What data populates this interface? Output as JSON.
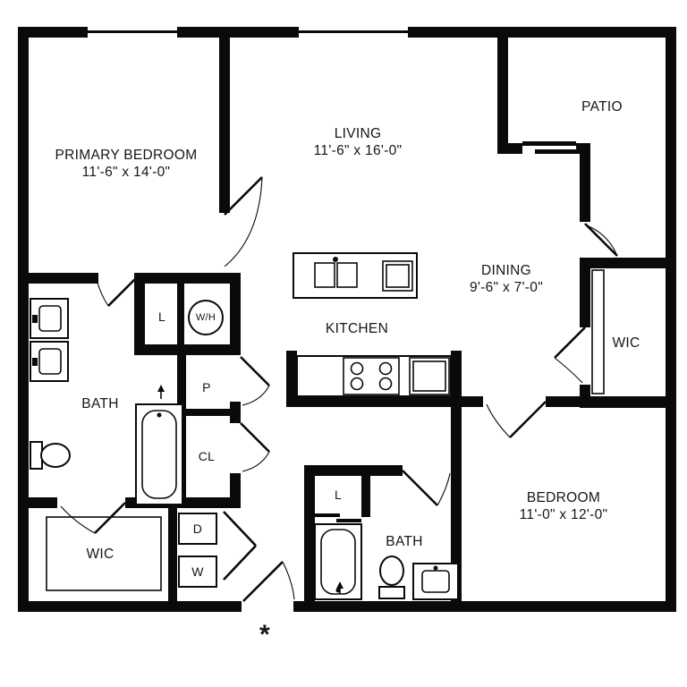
{
  "plan": {
    "rooms": {
      "primary_bedroom": {
        "name": "PRIMARY BEDROOM",
        "dims": "11'-6\" x 14'-0\""
      },
      "living": {
        "name": "LIVING",
        "dims": "11'-6\" x 16'-0\""
      },
      "patio": {
        "name": "PATIO"
      },
      "dining": {
        "name": "DINING",
        "dims": "9'-6\" x 7'-0\""
      },
      "kitchen": {
        "name": "KITCHEN"
      },
      "wic_right": {
        "name": "WIC"
      },
      "bath_primary": {
        "name": "BATH"
      },
      "linen_upper": {
        "name": "L"
      },
      "water_heater": {
        "name": "W/H"
      },
      "pantry": {
        "name": "P"
      },
      "closet": {
        "name": "CL"
      },
      "wic_left": {
        "name": "WIC"
      },
      "dryer": {
        "name": "D"
      },
      "washer": {
        "name": "W"
      },
      "linen_bath2": {
        "name": "L"
      },
      "bath_second": {
        "name": "BATH"
      },
      "bedroom_second": {
        "name": "BEDROOM",
        "dims": "11'-0\" x 12'-0\""
      }
    },
    "footnote": "*",
    "colors": {
      "wall": "#0a0a0a",
      "background": "#ffffff"
    }
  }
}
